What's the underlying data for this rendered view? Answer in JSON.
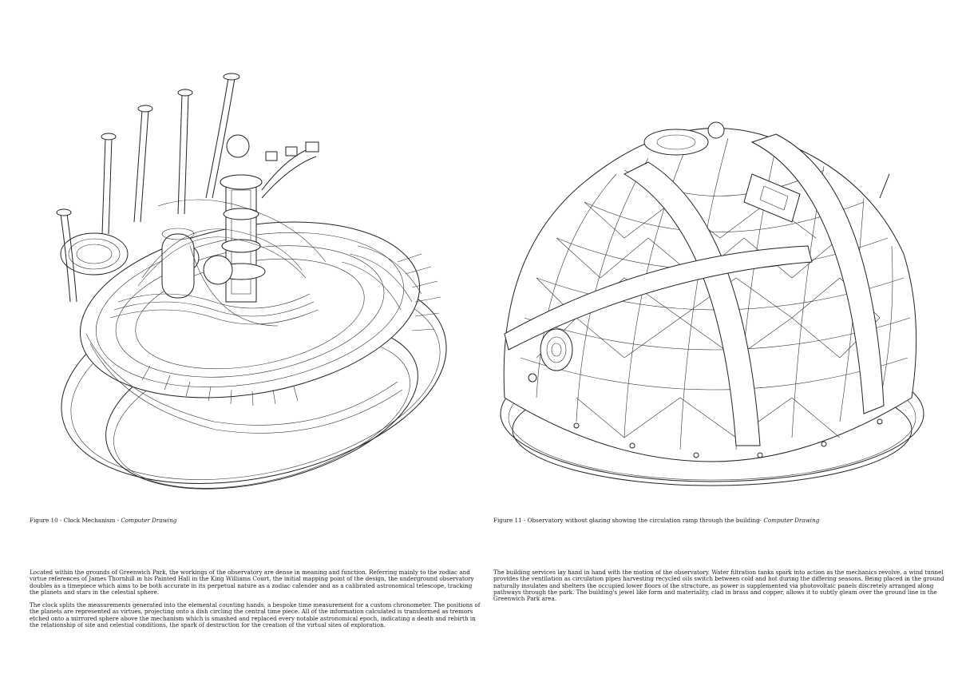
{
  "figures": [
    {
      "caption_label": "Figure 10 - Clock Mechanism - ",
      "caption_medium": "Computer Drawing"
    },
    {
      "caption_label": "Figure 11 - Observatory without glazing showing the circulation ramp through the building- ",
      "caption_medium": "Computer Drawing"
    }
  ],
  "text": {
    "left_p1": "Located within the grounds of Greenwich Park, the workings of the observatory are dense in meaning and function. Referring mainly to the zodiac and virtue references of James Thornhill in his Painted Hall in the King Williams Court, the initial mapping point of the design, the underground observatory doubles as a timepiece which aims to be both accurate in its perpetual nature as a zodiac calender and as a calibrated astronomical telescope, tracking the planets and stars in the celestial sphere.",
    "left_p2": "The clock splits the measurements generated into the elemental counting hands, a bespoke time measurement for a custom chronometer. The positions of the planets are represented as virtues, projecting onto a dish circling the central time piece. All of the information calculated is transformed as tremors etched onto a mirrored sphere above the mechanism which is smashed and replaced every notable astronomical epoch, indicating a death and rebirth in the relationship of site and celestial conditions, the spark of destruction for the creation of the virtual sites of exploration.",
    "right_p1": "The building services lay hand in hand with the motion of the observatory. Water filtration tanks spark into action as the mechanics revolve, a wind tunnel provides the ventilation as circulation pipes harvesting recycled oils switch between cold and hot during the differing seasons. Being placed in the ground naturally insulates and shelters the occupied lower floors of the structure, as power is supplemented via photovoltaic panels discretely arranged along pathways through the park. The building's jewel like form and materiality, clad in brass and copper, allows it to subtly gleam over the ground line in the Greenwich Park area."
  },
  "colors": {
    "ink": "#1a1a1a",
    "paper": "#ffffff"
  }
}
